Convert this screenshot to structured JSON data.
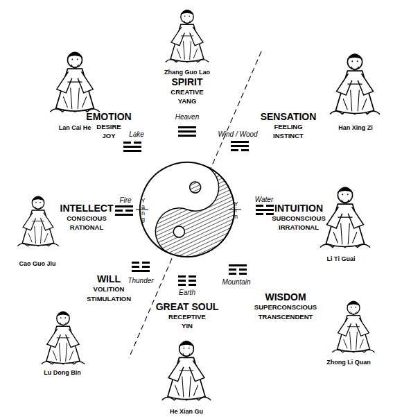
{
  "diagram": {
    "labels": [
      "Zhang Guo Lao",
      "SPIRIT",
      "CREATIVE",
      "YANG",
      "Lan Cai He",
      "EMOTION",
      "DESIRE",
      "JOY",
      "Heaven",
      "SENSATION",
      "FEELING",
      "INSTINCT",
      "Han Xing Zi",
      "Lake",
      "Wind / Wood",
      "Fire",
      "Yang",
      "Yin",
      "Water",
      "INTELLECT",
      "CONSCIOUS",
      "RATIONAL",
      "INTUITION",
      "SUBCONSCIOUS",
      "IRRATIONAL",
      "Cao Guo Jiu",
      "Li Ti Guai",
      "Thunder",
      "Mountain",
      "WILL",
      "VOLITION",
      "STIMULATION",
      "Earth",
      "WISDOM",
      "SUPERCONSCIOUS",
      "TRANSCENDENT",
      "GREAT SOUL",
      "RECEPTIVE",
      "YIN",
      "Lu Dong Bin",
      "Zhong Li Quan",
      "He Xian Gu"
    ]
  }
}
